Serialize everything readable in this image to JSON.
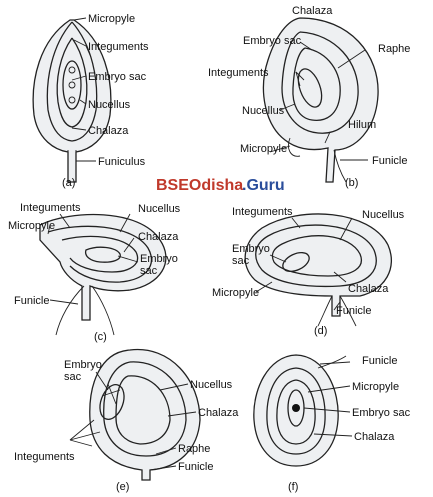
{
  "watermark": {
    "part1": "BSEOdisha",
    "part2": ".Guru"
  },
  "panels": {
    "a": {
      "tag": "(a)",
      "micropyle": "Micropyle",
      "integuments": "Integuments",
      "embryo_sac": "Embryo sac",
      "nucellus": "Nucellus",
      "chalaza": "Chalaza",
      "funiculus": "Funiculus"
    },
    "b": {
      "tag": "(b)",
      "chalaza": "Chalaza",
      "embryo_sac": "Embryo sac",
      "raphe": "Raphe",
      "integuments": "Integuments",
      "nucellus": "Nucellus",
      "hilum": "Hilum",
      "micropyle": "Micropyle",
      "funicle": "Funicle"
    },
    "c": {
      "tag": "(c)",
      "integuments": "Integuments",
      "micropyle": "Micropyle",
      "nucellus": "Nucellus",
      "chalaza": "Chalaza",
      "embryo_line1": "Embryo",
      "embryo_line2": "sac",
      "funicle": "Funicle"
    },
    "d": {
      "tag": "(d)",
      "integuments": "Integuments",
      "nucellus": "Nucellus",
      "embryo_line1": "Embryo",
      "embryo_line2": "sac",
      "micropyle": "Micropyle",
      "chalaza": "Chalaza",
      "funicle": "Funicle"
    },
    "e": {
      "tag": "(e)",
      "embryo_line1": "Embryo",
      "embryo_line2": "sac",
      "nucellus": "Nucellus",
      "chalaza": "Chalaza",
      "integuments": "Integuments",
      "raphe": "Raphe",
      "funicle": "Funicle"
    },
    "f": {
      "tag": "(f)",
      "funicle": "Funicle",
      "micropyle": "Micropyle",
      "embryo_sac": "Embryo sac",
      "chalaza": "Chalaza"
    }
  }
}
